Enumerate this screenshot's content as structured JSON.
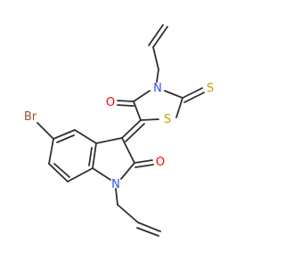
{
  "molecule": {
    "atom_labels": {
      "br": "Br",
      "o_thiazolidinone": "O",
      "o_indolinone": "O",
      "n_thiazolidinone": "N",
      "n_indolinone": "N",
      "s_ring": "S",
      "s_thione": "S"
    },
    "colors": {
      "bond": "#2f2f2f",
      "bromine": "#a0522d",
      "oxygen": "#ff0000",
      "nitrogen": "#3050f8",
      "sulfur": "#c8a000"
    }
  }
}
